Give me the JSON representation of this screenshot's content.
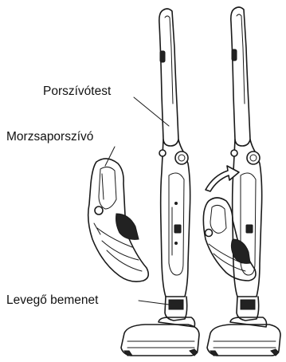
{
  "labels": {
    "vacuum_body": "Porszívótest",
    "handheld_vacuum": "Morzsaporszívó",
    "air_inlet": "Levegő bemenet"
  }
}
